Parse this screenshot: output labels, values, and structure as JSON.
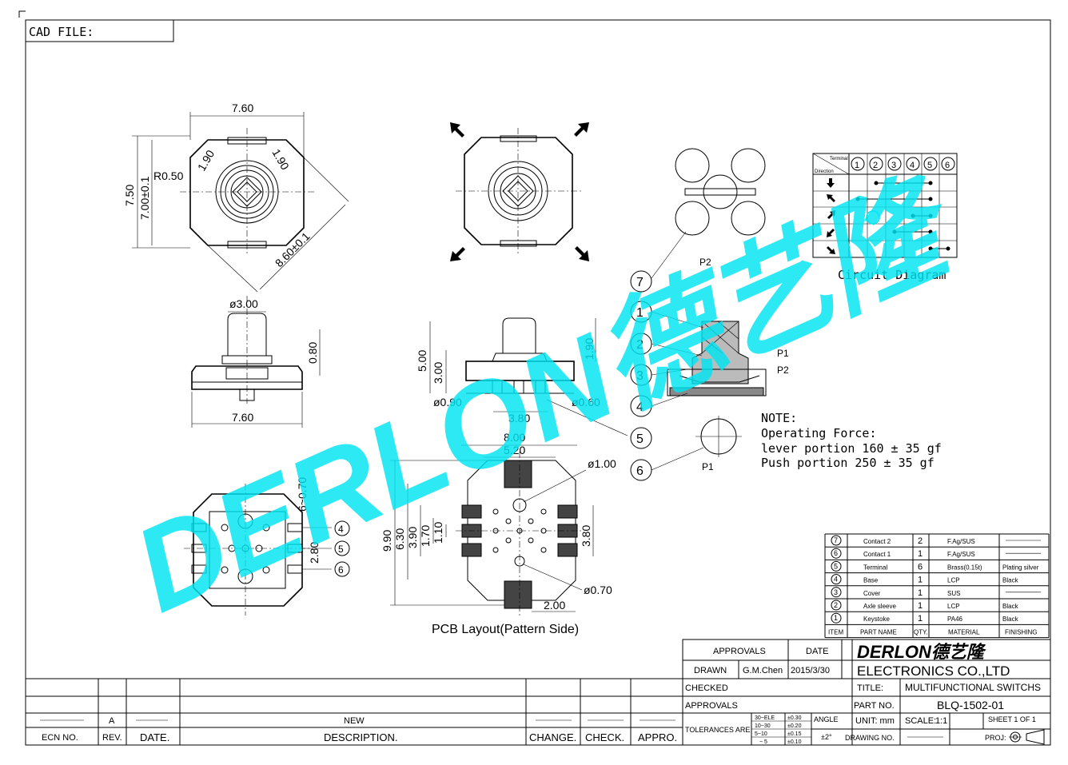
{
  "cad_file_label": "CAD FILE:",
  "dimensions": {
    "top_width": "7.60",
    "top_height_outer": "7.50",
    "top_height_inner": "7.00±0.1",
    "radius": "R0.50",
    "notch_a": "1.90",
    "notch_b": "1.90",
    "diagonal": "8.60±0.1",
    "lever_dia": "ø3.00",
    "side_height": "0.80",
    "side_width": "7.60",
    "mid_height_total": "5.00",
    "mid_height_body": "3.00",
    "mid_lever": "1.90",
    "pin_a": "ø0.90",
    "pin_b": "ø0.60",
    "pin_pitch": "3.80",
    "bottom_dim_a": "6~0.70",
    "bottom_dim_b": "2.80",
    "pcb_width_outer": "8.00",
    "pcb_width_inner": "5.20",
    "pcb_hole": "ø1.00",
    "pcb_hole_small": "ø0.70",
    "pcb_h1": "9.90",
    "pcb_h2": "6.30",
    "pcb_h3": "3.90",
    "pcb_h4": "1.70",
    "pcb_h5": "1.10",
    "pcb_h6": "3.80",
    "pcb_pad": "2.00"
  },
  "labels": {
    "pcb_layout": "PCB Layout(Pattern Side)",
    "circuit_diagram": "Circuit Diagram",
    "p1": "P1",
    "p2": "P2",
    "circuit_terminal": "Terminal",
    "circuit_direction": "Direction"
  },
  "balloons": [
    "1",
    "2",
    "3",
    "4",
    "5",
    "6",
    "7"
  ],
  "circuit_headers": [
    "1",
    "2",
    "3",
    "4",
    "5",
    "6"
  ],
  "notes": {
    "title": "NOTE:",
    "line1": "Operating Force:",
    "line2": "lever portion 160 ± 35 gf",
    "line3": "Push portion 250 ± 35 gf"
  },
  "bom": {
    "rows": [
      {
        "item": "7",
        "name": "Contact 2",
        "qty": "2",
        "material": "F.Ag/SUS",
        "finishing": ""
      },
      {
        "item": "6",
        "name": "Contact 1",
        "qty": "1",
        "material": "F.Ag/SUS",
        "finishing": ""
      },
      {
        "item": "5",
        "name": "Terminal",
        "qty": "6",
        "material": "Brass(0.15t)",
        "finishing": "Plating silver"
      },
      {
        "item": "4",
        "name": "Base",
        "qty": "1",
        "material": "LCP",
        "finishing": "Black"
      },
      {
        "item": "3",
        "name": "Cover",
        "qty": "1",
        "material": "SUS",
        "finishing": ""
      },
      {
        "item": "2",
        "name": "Axle sleeve",
        "qty": "1",
        "material": "LCP",
        "finishing": "Black"
      },
      {
        "item": "1",
        "name": "Keystoke",
        "qty": "1",
        "material": "PA46",
        "finishing": "Black"
      }
    ],
    "header": {
      "item": "ITEM",
      "name": "PART NAME",
      "qty": "QTY.",
      "material": "MATERIAL",
      "finishing": "FINISHING"
    }
  },
  "title_block": {
    "approvals": "APPROVALS",
    "date": "DATE",
    "drawn": "DRAWN",
    "drawn_by": "G.M.Chen",
    "drawn_date": "2015/3/30",
    "checked": "CHECKED",
    "approvals2": "APPROVALS",
    "tolerances": "TOLERANCES ARE",
    "tol_r1": "30~ELE",
    "tol_r1v": "±0.30",
    "tol_r2": "10~30",
    "tol_r2v": "±0.20",
    "tol_r3": "5~10",
    "tol_r3v": "±0.15",
    "tol_r4": "~ 5",
    "tol_r4v": "±0.10",
    "angle": "ANGLE",
    "angle_v": "±2°",
    "logo": "DERLON德艺隆",
    "company": "ELECTRONICS CO.,LTD",
    "title_label": "TITLE:",
    "title_value": "MULTIFUNCTIONAL SWITCHS",
    "part_no_label": "PART NO.",
    "part_no": "BLQ-1502-01",
    "unit_label": "UNIT: mm",
    "scale_label": "SCALE:",
    "scale": "1:1",
    "sheet": "SHEET  1 OF 1",
    "drawing_no": "DRAWING NO.",
    "proj": "PROJ:"
  },
  "revision_block": {
    "rev_value": "A",
    "new_label": "NEW",
    "ecn": "ECN NO.",
    "rev": "REV.",
    "date": "DATE.",
    "description": "DESCRIPTION.",
    "change": "CHANGE.",
    "check": "CHECK.",
    "appro": "APPRO."
  },
  "watermark": {
    "text": "DERLON德艺隆",
    "color": "#00e5f2"
  }
}
